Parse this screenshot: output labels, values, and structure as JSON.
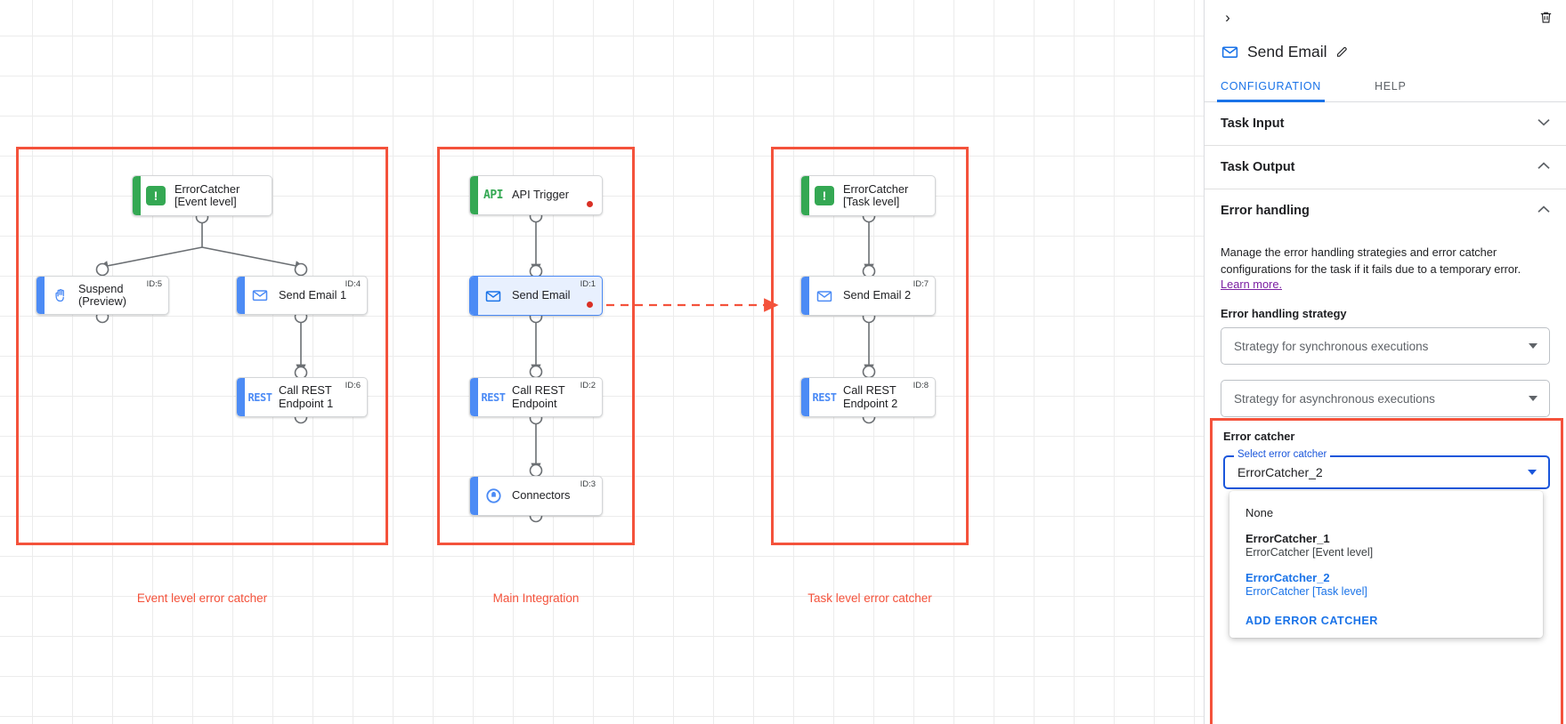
{
  "canvas": {
    "groups": [
      {
        "id": "event-level",
        "caption": "Event level error catcher"
      },
      {
        "id": "main-integration",
        "caption": "Main Integration"
      },
      {
        "id": "task-level",
        "caption": "Task level error catcher"
      }
    ],
    "nodes": [
      {
        "key": "errorcatcher_event",
        "title": "ErrorCatcher\n[Event level]",
        "icon": "error-catcher-icon",
        "accent": "green",
        "id_tag": "",
        "error": false,
        "selected": false
      },
      {
        "key": "suspend",
        "title": "Suspend\n(Preview)",
        "icon": "hand-icon",
        "accent": "blue",
        "id_tag": "ID:5",
        "error": false,
        "selected": false
      },
      {
        "key": "send_email_1",
        "title": "Send Email 1",
        "icon": "email-icon",
        "accent": "blue",
        "id_tag": "ID:4",
        "error": false,
        "selected": false
      },
      {
        "key": "call_rest_1",
        "title": "Call REST\nEndpoint 1",
        "icon": "rest-icon",
        "accent": "blue",
        "id_tag": "ID:6",
        "error": false,
        "selected": false
      },
      {
        "key": "api_trigger",
        "title": "API Trigger",
        "icon": "api-icon",
        "accent": "green",
        "id_tag": "",
        "error": true,
        "selected": false
      },
      {
        "key": "send_email",
        "title": "Send Email",
        "icon": "email-icon",
        "accent": "blue",
        "id_tag": "ID:1",
        "error": true,
        "selected": true
      },
      {
        "key": "call_rest",
        "title": "Call REST\nEndpoint",
        "icon": "rest-icon",
        "accent": "blue",
        "id_tag": "ID:2",
        "error": false,
        "selected": false
      },
      {
        "key": "connectors",
        "title": "Connectors",
        "icon": "connectors-icon",
        "accent": "blue",
        "id_tag": "ID:3",
        "error": false,
        "selected": false
      },
      {
        "key": "errorcatcher_task",
        "title": "ErrorCatcher\n[Task level]",
        "icon": "error-catcher-icon",
        "accent": "green",
        "id_tag": "",
        "error": false,
        "selected": false
      },
      {
        "key": "send_email_2",
        "title": "Send Email 2",
        "icon": "email-icon",
        "accent": "blue",
        "id_tag": "ID:7",
        "error": false,
        "selected": false
      },
      {
        "key": "call_rest_2",
        "title": "Call REST\nEndpoint 2",
        "icon": "rest-icon",
        "accent": "blue",
        "id_tag": "ID:8",
        "error": false,
        "selected": false
      }
    ],
    "colors": {
      "group_border": "#f4523b",
      "accent_green": "#34a853",
      "accent_blue": "#4c8bf5",
      "error_dot": "#d93025"
    }
  },
  "panel": {
    "collapse_icon": "chevron-right-icon",
    "delete_icon": "trash-icon",
    "node_icon": "email-icon",
    "title": "Send Email",
    "edit_icon": "pencil-icon",
    "tabs": [
      {
        "label": "CONFIGURATION",
        "active": true
      },
      {
        "label": "HELP",
        "active": false
      }
    ],
    "sections": [
      {
        "key": "task_input",
        "label": "Task Input",
        "state": "collapsed",
        "chevron": "chevron-down-icon"
      },
      {
        "key": "task_output",
        "label": "Task Output",
        "state": "expanded",
        "chevron": "chevron-up-icon"
      },
      {
        "key": "error_handling",
        "label": "Error handling",
        "state": "expanded",
        "chevron": "chevron-up-icon"
      }
    ],
    "error_handling": {
      "description": "Manage the error handling strategies and error catcher configurations for the task if it fails due to a temporary error.",
      "learn_more": "Learn more.",
      "strategy_label": "Error handling strategy",
      "sync_placeholder": "Strategy for synchronous executions",
      "async_placeholder": "Strategy for asynchronous executions",
      "error_catcher_label": "Error catcher",
      "select_float_label": "Select error catcher",
      "select_value": "ErrorCatcher_2",
      "options": [
        {
          "main": "None",
          "sub": "",
          "selected": false,
          "bold": false
        },
        {
          "main": "ErrorCatcher_1",
          "sub": "ErrorCatcher [Event level]",
          "selected": false,
          "bold": true
        },
        {
          "main": "ErrorCatcher_2",
          "sub": "ErrorCatcher [Task level]",
          "selected": true,
          "bold": true
        }
      ],
      "add_label": "ADD ERROR CATCHER"
    },
    "colors": {
      "accent": "#1a73e8",
      "link": "#7b1fa2",
      "focus_border": "#1a56db",
      "highlight": "#f4523b"
    }
  }
}
